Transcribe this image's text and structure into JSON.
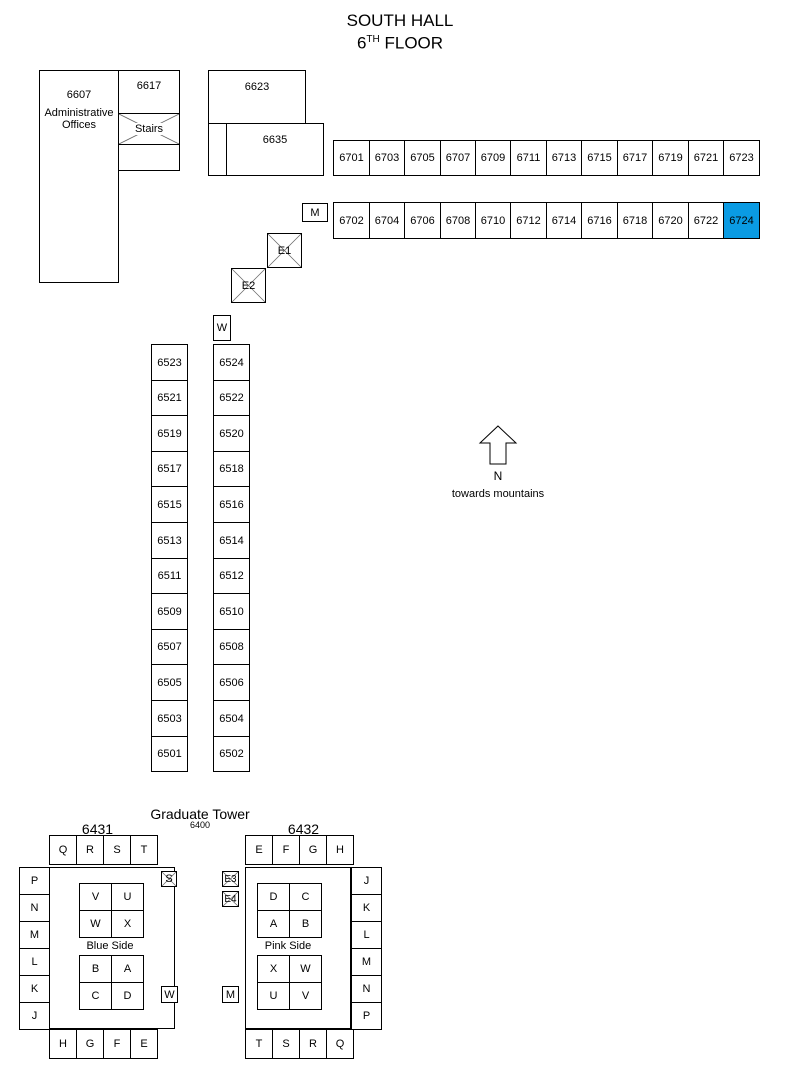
{
  "title": {
    "line1": "SOUTH HALL",
    "floor_num": "6",
    "floor_sup": "TH",
    "floor_word": "FLOOR"
  },
  "admin": {
    "room": "6607",
    "line1": "Administrative",
    "line2": "Offices"
  },
  "rooms_misc": {
    "r6617": "6617",
    "stairs": "Stairs",
    "r6623": "6623",
    "r6635": "6635"
  },
  "north_rooms": [
    "6701",
    "6703",
    "6705",
    "6707",
    "6709",
    "6711",
    "6713",
    "6715",
    "6717",
    "6719",
    "6721",
    "6723"
  ],
  "south_rooms": [
    "6702",
    "6704",
    "6706",
    "6708",
    "6710",
    "6712",
    "6714",
    "6716",
    "6718",
    "6720",
    "6722",
    "6724"
  ],
  "highlighted_room": "6724",
  "highlight_color": "#0a9be3",
  "labels": {
    "m": "M",
    "w": "W",
    "e1": "E1",
    "e2": "E2"
  },
  "west_column": [
    "6523",
    "6521",
    "6519",
    "6517",
    "6515",
    "6513",
    "6511",
    "6509",
    "6507",
    "6505",
    "6503",
    "6501"
  ],
  "east_column": [
    "6524",
    "6522",
    "6520",
    "6518",
    "6516",
    "6514",
    "6512",
    "6510",
    "6508",
    "6506",
    "6504",
    "6502"
  ],
  "compass": {
    "letter": "N",
    "caption": "towards mountains",
    "icon": "north-arrow-icon"
  },
  "tower": {
    "title": "Graduate Tower",
    "number": "6400",
    "left_room": "6431",
    "right_room": "6432",
    "left_top": [
      "Q",
      "R",
      "S",
      "T"
    ],
    "left_side": [
      "P",
      "N",
      "M",
      "L",
      "K",
      "J"
    ],
    "left_bottom": [
      "H",
      "G",
      "F",
      "E"
    ],
    "left_grid_top": [
      "V",
      "U",
      "W",
      "X"
    ],
    "left_grid_bottom": [
      "B",
      "A",
      "C",
      "D"
    ],
    "left_caption": "Blue Side",
    "right_top": [
      "E",
      "F",
      "G",
      "H"
    ],
    "right_side": [
      "J",
      "K",
      "L",
      "M",
      "N",
      "P"
    ],
    "right_bottom": [
      "T",
      "S",
      "R",
      "Q"
    ],
    "right_grid_top": [
      "D",
      "C",
      "A",
      "B"
    ],
    "right_grid_bottom": [
      "X",
      "W",
      "U",
      "V"
    ],
    "right_caption": "Pink Side",
    "s": "S",
    "e3": "E3",
    "e4": "E4",
    "w": "W",
    "m": "M"
  }
}
